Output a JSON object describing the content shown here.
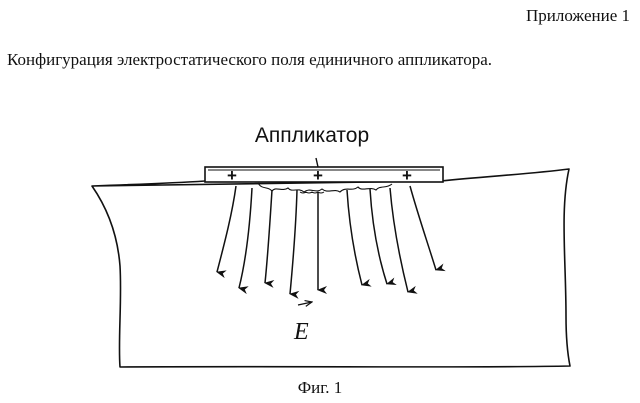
{
  "document": {
    "appendix_label": "Приложение 1",
    "title": "Конфигурация электростатического поля единичного аппликатора."
  },
  "figure": {
    "device_label": "Аппликатор",
    "plus_sign": "+",
    "field_vector_label": "E",
    "caption": "Фиг. 1",
    "field_arrow_count": 9
  }
}
